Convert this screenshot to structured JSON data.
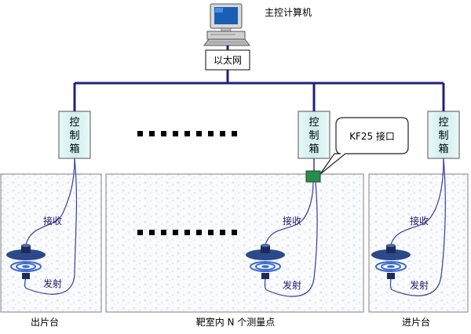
{
  "computer": {
    "label": "主控计算机"
  },
  "ethernet": {
    "label": "以太网"
  },
  "control_box": {
    "label": "控制箱",
    "chars": [
      "控",
      "制",
      "箱"
    ]
  },
  "interface": {
    "label": "KF25 接口"
  },
  "stations": {
    "left": {
      "caption": "出片台",
      "receive": "接收",
      "transmit": "发射"
    },
    "middle": {
      "caption": "靶室内 N 个测量点",
      "receive": "接收",
      "transmit": "发射"
    },
    "right": {
      "caption": "进片台",
      "receive": "接收",
      "transmit": "发射"
    }
  },
  "colors": {
    "network_line": "#202080",
    "box_fill": "#d8f0f0",
    "connector": "#2a8c4a",
    "station_border": "#808080",
    "cable": "#3a3aa0"
  }
}
